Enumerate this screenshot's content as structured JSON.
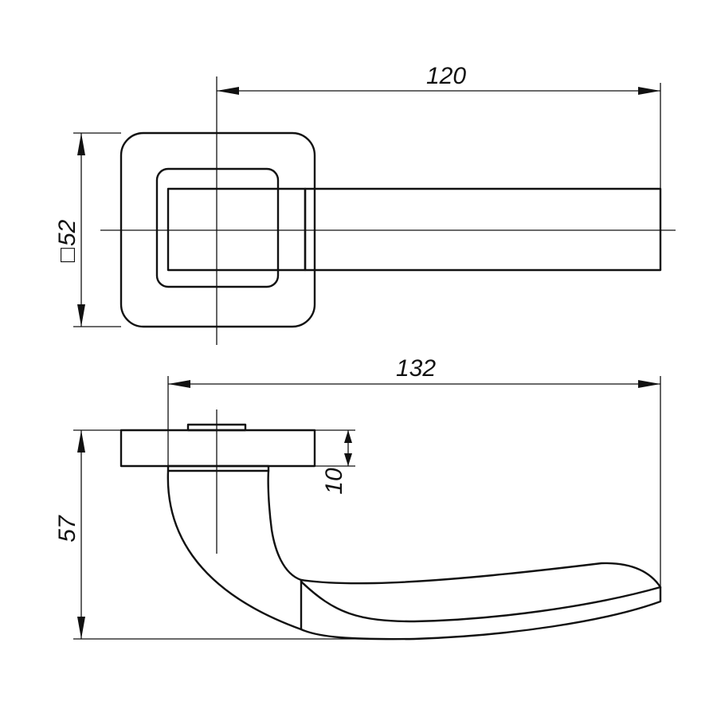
{
  "drawing": {
    "dimensions": {
      "length_top": "120",
      "rosette_square": "52",
      "length_side": "132",
      "height_side": "57",
      "rosette_thickness": "10"
    },
    "square_symbol": "□"
  },
  "colors": {
    "line": "#111111",
    "background": "#ffffff"
  }
}
